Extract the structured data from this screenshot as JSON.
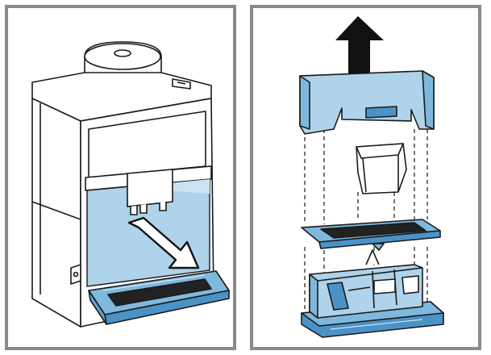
{
  "figure": {
    "panels": [
      {
        "id": "left",
        "icon": "coffee-machine-drip-tray-removal-illustration"
      },
      {
        "id": "right",
        "icon": "drip-tray-exploded-view-illustration"
      }
    ]
  },
  "colors": {
    "frame": "#8a8a8a",
    "highlight": "#aed3ea",
    "highlight_mid": "#7fb8dd",
    "highlight_dark": "#4b93c7",
    "outline": "#1a1a1a",
    "arrow": "#111111",
    "grille": "#222222"
  }
}
